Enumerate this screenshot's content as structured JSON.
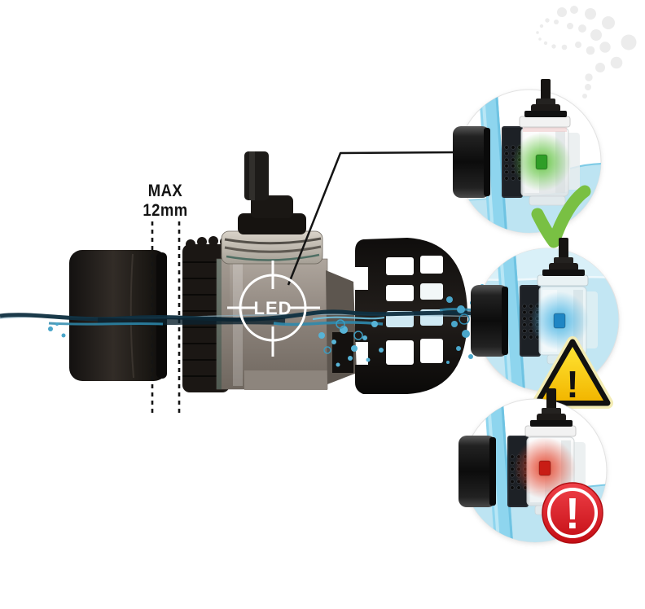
{
  "page": {
    "type": "product-diagram",
    "background": "#ffffff"
  },
  "annotation": {
    "max_label_line1": "MAX",
    "max_label_line2": "12mm",
    "led_label": "LED"
  },
  "colors": {
    "background": "#ffffff",
    "text": "#141414",
    "device_black": "#141210",
    "water_dark": "#0f2f40",
    "water_mid": "#2e89ad",
    "water_light": "#6fc3e2",
    "glass_blue": "#8ed5ee",
    "inset_water": "#bde4f2",
    "inset_submerged": "#c2e6f3",
    "check_green": "#79c043",
    "warning_yellow": "#ffd900",
    "warning_border": "#111111",
    "error_red": "#e1191f",
    "crosshair_white": "#ffffff"
  },
  "insets": [
    {
      "name": "led-green-ok",
      "led_color": "#2f9e27",
      "glow_color": "#5ec53a",
      "status_icon": "check-icon"
    },
    {
      "name": "led-blue-warning",
      "led_color": "#1f86c4",
      "glow_color": "#49b5e5",
      "status_icon": "warning-triangle-icon",
      "glyph": "!"
    },
    {
      "name": "led-red-error",
      "led_color": "#c81d15",
      "glow_color": "#e5442c",
      "status_icon": "error-badge-icon",
      "glyph": "!"
    }
  ]
}
